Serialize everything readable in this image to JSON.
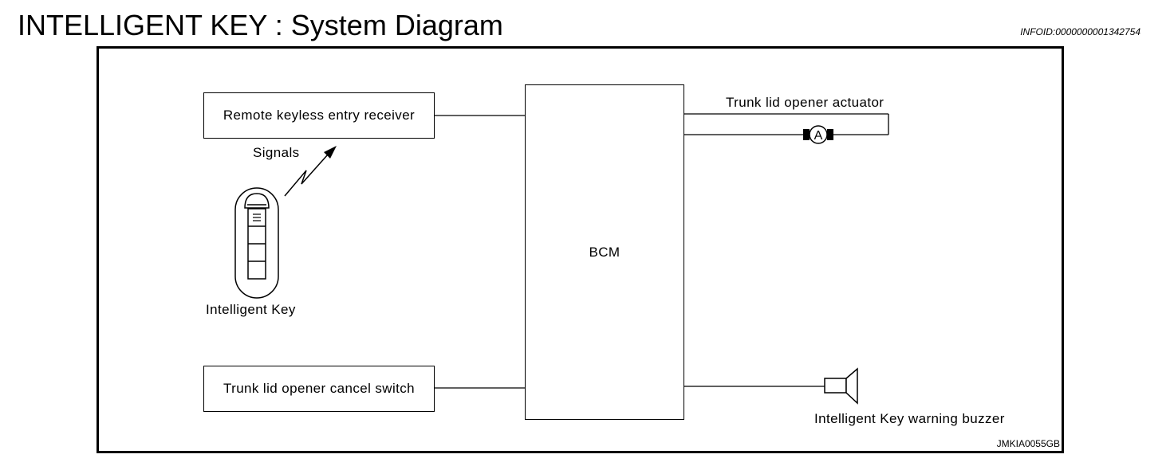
{
  "header": {
    "title": "INTELLIGENT KEY : System Diagram",
    "info_id": "INFOID:0000000001342754"
  },
  "diagram": {
    "bcm": {
      "label": "BCM"
    },
    "remote_keyless_entry_receiver": {
      "label": "Remote keyless entry receiver"
    },
    "trunk_lid_opener_cancel_switch": {
      "label": "Trunk lid opener cancel switch"
    },
    "signals_label": "Signals",
    "intelligent_key_label": "Intelligent Key",
    "trunk_lid_opener_actuator": {
      "label": "Trunk lid opener actuator",
      "symbol": "A"
    },
    "warning_buzzer": {
      "label": "Intelligent Key warning buzzer"
    },
    "figure_code": "JMKIA0055GB"
  }
}
